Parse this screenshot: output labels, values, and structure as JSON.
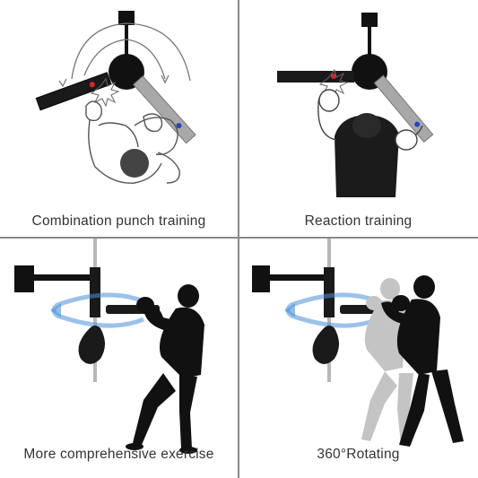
{
  "panels": [
    {
      "caption": "Combination punch training",
      "icon": "boxer-combination-illustration"
    },
    {
      "caption": "Reaction training",
      "icon": "boxer-reaction-illustration"
    },
    {
      "caption": "More comprehensive exercise",
      "icon": "boxer-silhouette-speedbag"
    },
    {
      "caption": "360°Rotating",
      "icon": "boxer-rotating-silhouette"
    }
  ],
  "colors": {
    "divider": "#8a8a8a",
    "caption": "#333333",
    "arrow_blue": "#4a90d9",
    "red_dot": "#d9262b",
    "blue_dot": "#2946b8"
  }
}
